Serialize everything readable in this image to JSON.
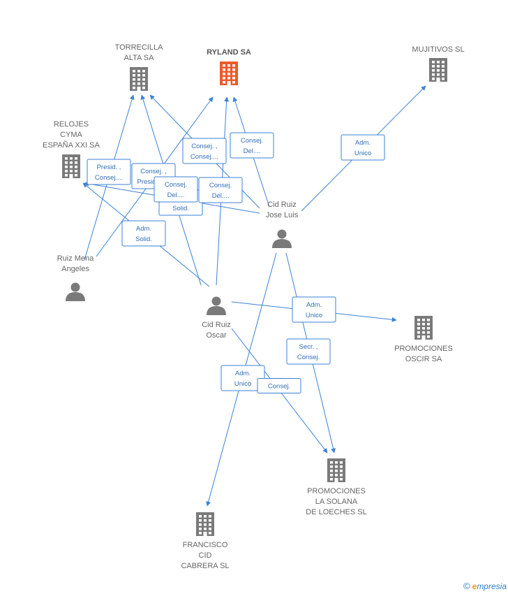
{
  "colors": {
    "edge": "#3b82d6",
    "company": "#7a7a7a",
    "company_main": "#ee5a2a",
    "person": "#7a7a7a"
  },
  "nodes": [
    {
      "id": "torrecilla",
      "type": "company",
      "label": [
        "TORRECILLA",
        "ALTA SA"
      ]
    },
    {
      "id": "ryland",
      "type": "company",
      "main": true,
      "label": [
        "RYLAND SA"
      ]
    },
    {
      "id": "mujitivos",
      "type": "company",
      "label": [
        "MUJITIVOS SL"
      ]
    },
    {
      "id": "relojes",
      "type": "company",
      "label": [
        "RELOJES",
        "CYMA",
        "ESPAÑA XXI SA"
      ]
    },
    {
      "id": "ruizmena",
      "type": "person",
      "label": [
        "Ruiz Mena",
        "Angeles"
      ]
    },
    {
      "id": "cidjose",
      "type": "person",
      "label": [
        "Cid Ruiz",
        "Jose Luis"
      ]
    },
    {
      "id": "cidoscar",
      "type": "person",
      "label": [
        "Cid Ruiz",
        "Oscar"
      ]
    },
    {
      "id": "oscir",
      "type": "company",
      "label": [
        "PROMOCIONES",
        "OSCIR SA"
      ]
    },
    {
      "id": "solana",
      "type": "company",
      "label": [
        "PROMOCIONES",
        "LA SOLANA",
        "DE LOECHES SL"
      ]
    },
    {
      "id": "francisco",
      "type": "company",
      "label": [
        "FRANCISCO",
        "CID",
        "CABRERA  SL"
      ]
    }
  ],
  "edges": [
    {
      "from": "cidoscar",
      "to": "torrecilla",
      "label": [
        "Adm.",
        "Solid."
      ]
    },
    {
      "from": "ruizmena",
      "to": "torrecilla",
      "label": []
    },
    {
      "from": "cidjose",
      "to": "torrecilla",
      "label": [
        "Consej. ,",
        "Consej...."
      ]
    },
    {
      "from": "ruizmena",
      "to": "ryland",
      "label": [
        "Consej. ,",
        "Presid.,C..."
      ]
    },
    {
      "from": "cidoscar",
      "to": "ryland",
      "label": [
        "Consej.",
        "Del...."
      ]
    },
    {
      "from": "cidjose",
      "to": "ryland",
      "label": [
        "Consej.",
        "Del...."
      ]
    },
    {
      "from": "cidoscar",
      "to": "relojes",
      "label": [
        "Adm.",
        "Solid."
      ]
    },
    {
      "from": "cidjose",
      "to": "relojes",
      "label": [
        "Presid. ,",
        "Consej...."
      ]
    },
    {
      "from": "cidjose",
      "to": "mujitivos",
      "label": [
        "Adm.",
        "Unico"
      ]
    },
    {
      "from": "cidoscar",
      "to": "oscir",
      "label": [
        "Adm.",
        "Unico"
      ]
    },
    {
      "from": "cidjose",
      "to": "solana",
      "label": [
        "Secr. ,",
        "Consej."
      ]
    },
    {
      "from": "cidoscar",
      "to": "solana",
      "label": [
        "Consej."
      ]
    },
    {
      "from": "cidjose",
      "to": "francisco",
      "label": [
        "Adm.",
        "Unico"
      ]
    }
  ],
  "footer": {
    "copyright": "©",
    "brand_initial": "e",
    "brand_rest": "mpresia"
  }
}
